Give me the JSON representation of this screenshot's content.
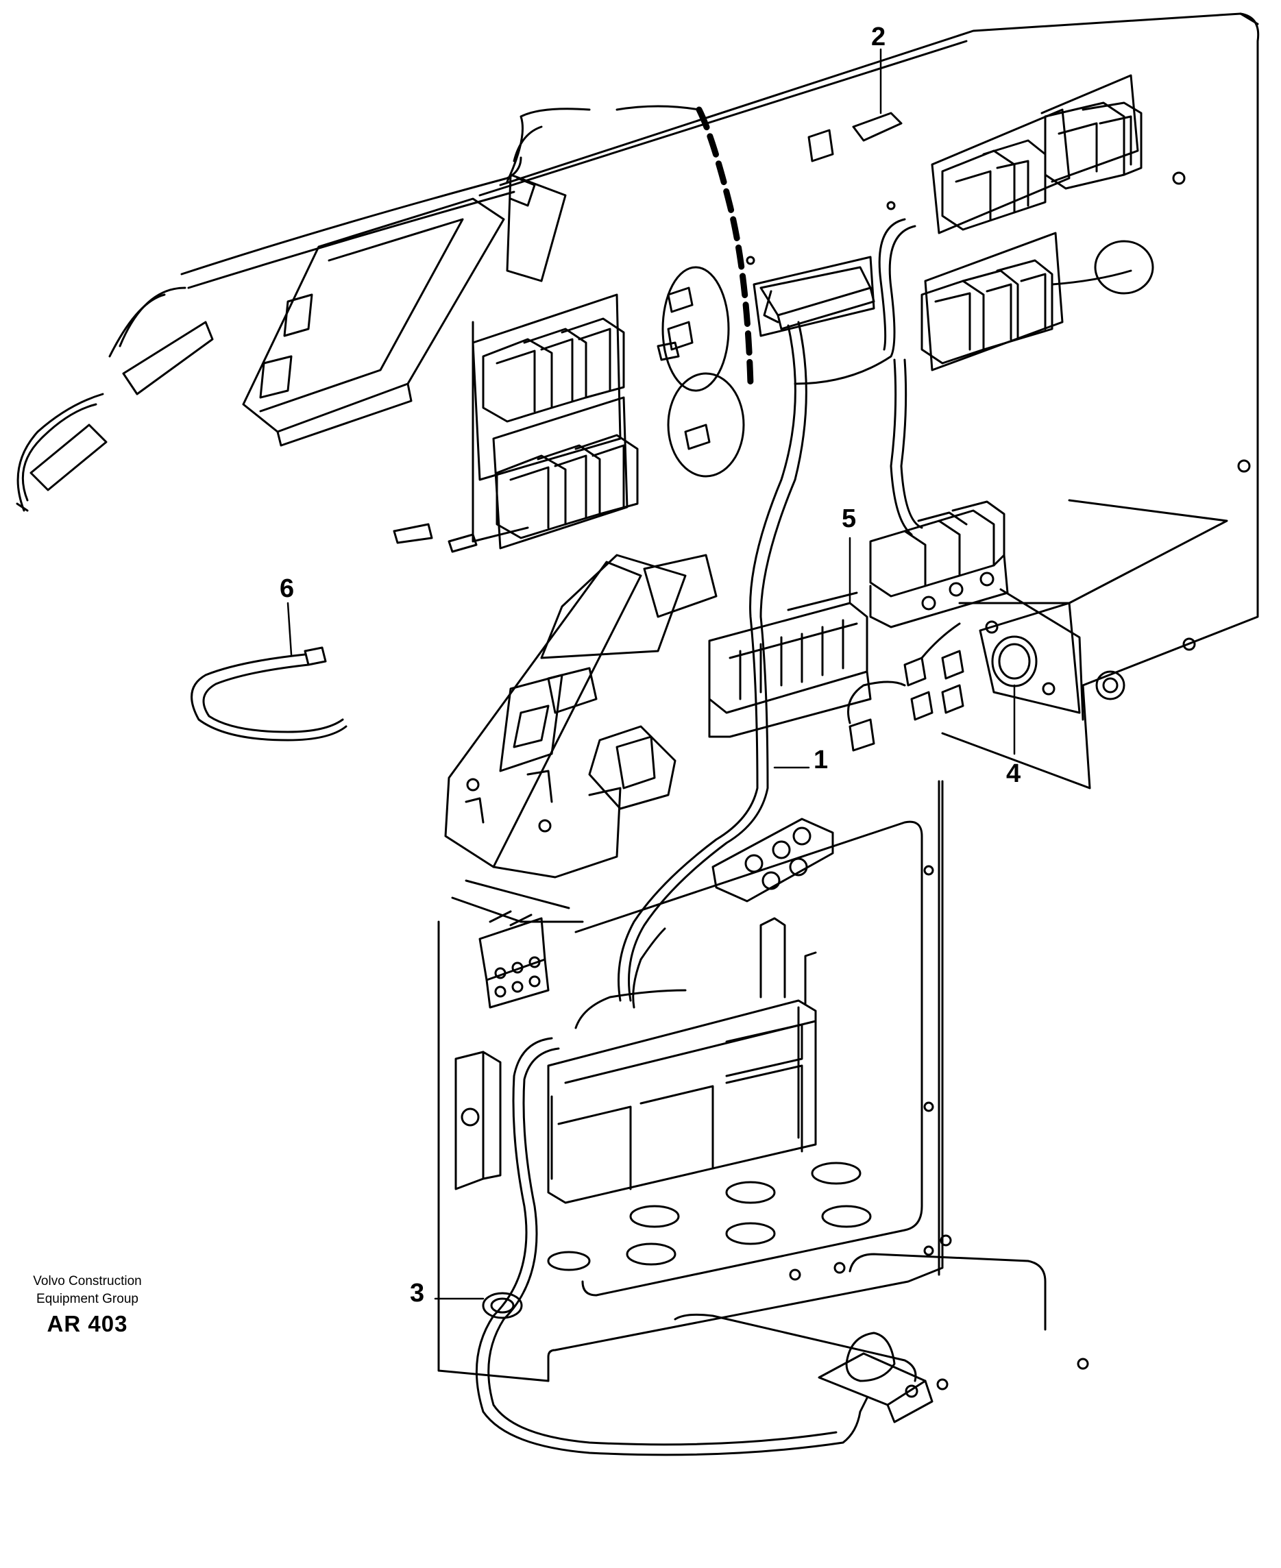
{
  "callouts": {
    "c1": "1",
    "c2": "2",
    "c3": "3",
    "c4": "4",
    "c5": "5",
    "c6": "6"
  },
  "caption": {
    "line1": "Volvo Construction",
    "line2": "Equipment Group",
    "code": "AR 403"
  },
  "colors": {
    "ink": "#000000",
    "paper": "#ffffff"
  }
}
